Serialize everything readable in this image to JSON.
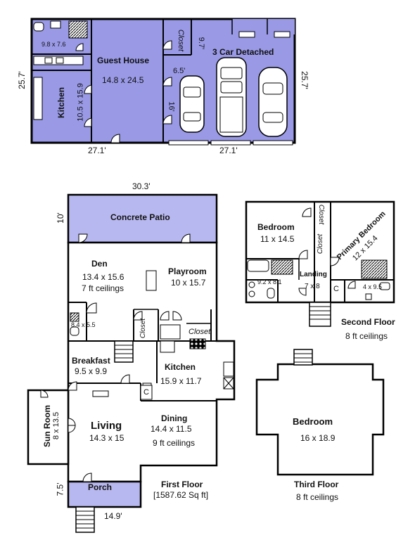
{
  "guest_house_level": {
    "height_left": "25.7'",
    "height_right": "25.7'",
    "width_left": "27.1'",
    "width_right": "27.1'",
    "bath_dims": "9.8 x 7.6",
    "kitchen_label": "Kitchen",
    "kitchen_dims": "10.5 x 15.9",
    "guest_house_label": "Guest House",
    "guest_house_dims": "14.8 x 24.5",
    "closet_label": "Closet",
    "dim_97": "9.7'",
    "dim_65": "6.5'",
    "dim_16": "16'",
    "garage_label": "3 Car Detached"
  },
  "first_floor": {
    "width_top": "30.3'",
    "patio_depth": "10'",
    "patio_label": "Concrete Patio",
    "den_label": "Den",
    "den_dims": "13.4 x 15.6",
    "den_ceilings": "7 ft ceilings",
    "playroom_label": "Playroom",
    "playroom_dims": "10 x 15.7",
    "half_bath_dims": "8.4 x 5.5",
    "closet1_label": "Closet",
    "closet2_label": "Closet",
    "breakfast_label": "Breakfast",
    "breakfast_dims": "9.5 x 9.9",
    "kitchen_label": "Kitchen",
    "kitchen_dims": "15.9 x 11.7",
    "c_label": "C",
    "sunroom_label": "Sun Room",
    "sunroom_dims": "8 x 13.5",
    "living_label": "Living",
    "living_dims": "14.3 x 15",
    "dining_label": "Dining",
    "dining_dims": "14.4 x 11.5",
    "dining_ceilings": "9 ft ceilings",
    "porch_label": "Porch",
    "porch_depth": "7.5'",
    "porch_width": "14.9'",
    "floor_title": "First Floor",
    "floor_area": "[1587.62 Sq ft]"
  },
  "second_floor": {
    "bedroom_label": "Bedroom",
    "bedroom_dims": "11 x 14.5",
    "closet1_label": "Closet",
    "closet2_label": "Closet",
    "primary_label": "Primary Bedroom",
    "primary_dims": "12 x 15.4",
    "bath1_dims": "9.2 x 8.1",
    "landing_label": "Landing",
    "landing_dims": "7 x 8",
    "c_label": "C",
    "bath2_dims": "4 x 9.5",
    "floor_title": "Second Floor",
    "floor_ceilings": "8 ft ceilings"
  },
  "third_floor": {
    "bedroom_label": "Bedroom",
    "bedroom_dims": "16 x 18.9",
    "floor_title": "Third Floor",
    "floor_ceilings": "8 ft ceilings"
  },
  "colors": {
    "room_fill": "#b8b8f0",
    "guest_fill": "#9999e6",
    "wall": "#000000",
    "fixture_fill": "#ffffff"
  }
}
